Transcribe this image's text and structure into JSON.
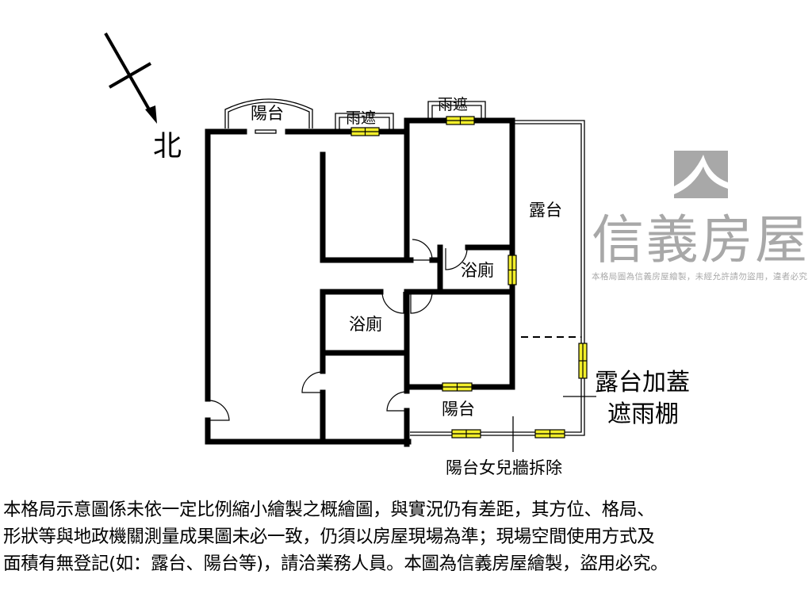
{
  "compass": {
    "north_label": "北"
  },
  "rooms": {
    "balcony_top": "陽台",
    "canopy_left": "雨遮",
    "canopy_right": "雨遮",
    "terrace": "露台",
    "bath_right": "浴廁",
    "bath_left": "浴廁",
    "balcony_bottom": "陽台",
    "terrace_roof_line1": "露台加蓋",
    "terrace_roof_line2": "遮雨棚",
    "parapet_removed": "陽台女兒牆拆除"
  },
  "watermark": {
    "brand": "信義房屋",
    "notice": "本格局圖為信義房屋繪製，未經允許請勿盜用，違者必究"
  },
  "disclaimer": {
    "lines": [
      "本格局示意圖係未依一定比例縮小繪製之概繪圖，與實況仍有差距，其方位、格局、",
      "形狀等與地政機關測量成果圖未必一致，仍須以房屋現場為準；現場空間使用方式及",
      "面積有無登記(如：露台、陽台等)，請洽業務人員。本圖為信義房屋繪製，盜用必究。"
    ]
  },
  "colors": {
    "wall": "#000000",
    "window": "#f2ee2a",
    "watermark": "#9a9a9a"
  }
}
